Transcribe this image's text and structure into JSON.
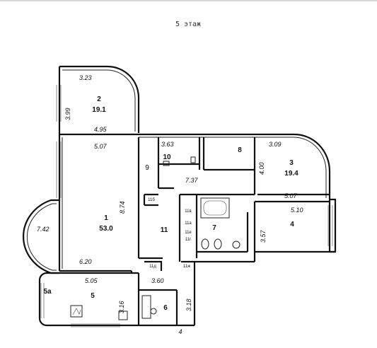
{
  "floor_title": "5 этаж",
  "rooms": {
    "r1": {
      "num": "1",
      "area": "53.0"
    },
    "r2": {
      "num": "2",
      "area": "19.1"
    },
    "r3": {
      "num": "3",
      "area": "19.4"
    },
    "r4": {
      "num": "4"
    },
    "r5": {
      "num": "5"
    },
    "r5a": {
      "num": "5а"
    },
    "r6": {
      "num": "6"
    },
    "r7": {
      "num": "7"
    },
    "r8": {
      "num": "8"
    },
    "r9": {
      "num": "9"
    },
    "r10": {
      "num": "10"
    },
    "r11": {
      "num": "11"
    }
  },
  "small_labels": {
    "a": "11б",
    "b": "11в",
    "c": "11а",
    "d": "11е",
    "e": "11г",
    "f": "11д",
    "g": "11ж"
  },
  "dims": {
    "d323": "3.23",
    "d399": "3.99",
    "d495": "4.95",
    "d507a": "5.07",
    "d363": "3.63",
    "d309": "3.09",
    "d400": "4.00",
    "d737": "7.37",
    "d874": "8.74",
    "d507b": "5.07",
    "d510": "5.10",
    "d742": "7.42",
    "d357": "3.57",
    "d620": "6.20",
    "d505": "5.05",
    "d316": "3.16",
    "d360": "3.60",
    "d318": "3.18"
  },
  "entrance": "4"
}
